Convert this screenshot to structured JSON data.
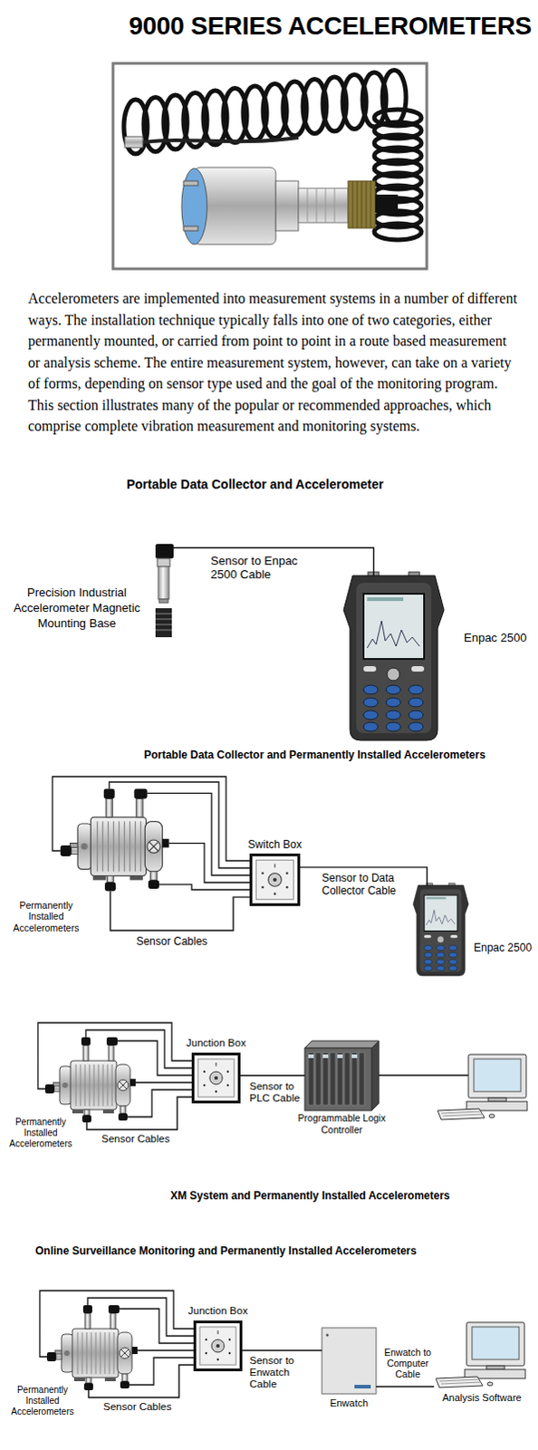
{
  "diagram": {
    "title": "9000 SERIES ACCELEROMETERS",
    "nodes": [
      {
        "text": [
          "Precision Industrial Accelerometer Magnetic Mounting Base"
        ]
      },
      {
        "text": [
          "Enpac 2500"
        ]
      },
      {
        "text": [
          "Permanently Installed Accelerometers"
        ]
      },
      {
        "text": [
          "Switch Box"
        ]
      },
      {
        "text": [
          "Enpac 2500"
        ]
      },
      {
        "text": [
          "Permanently Installed Accelerometers"
        ]
      },
      {
        "text": [
          "Junction Box"
        ]
      },
      {
        "text": [
          "Programmable Logix Controller"
        ]
      },
      {
        "text": [
          "Permanently Installed Accelerometers"
        ]
      },
      {
        "text": [
          "Junction Box"
        ]
      },
      {
        "text": [
          "Enwatch"
        ]
      },
      {
        "text": [
          "Analysis Software"
        ]
      }
    ],
    "edges": [
      {
        "from": 0,
        "to": 1,
        "label": "Sensor to Enpac 2500 Cable",
        "arrow": "none"
      },
      {
        "from": 2,
        "to": 3,
        "label": "Sensor Cables",
        "arrow": "none"
      },
      {
        "from": 3,
        "to": 4,
        "label": "Sensor to Data Collector Cable",
        "arrow": "none"
      },
      {
        "from": 5,
        "to": 6,
        "label": "Sensor Cables",
        "arrow": "none"
      },
      {
        "from": 6,
        "to": 7,
        "label": "Sensor to PLC Cable",
        "arrow": "none"
      },
      {
        "from": 8,
        "to": 9,
        "label": "Sensor Cables",
        "arrow": "none"
      },
      {
        "from": 9,
        "to": 10,
        "label": "Sensor to Enwatch Cable",
        "arrow": "none"
      },
      {
        "from": 10,
        "to": 11,
        "label": "Enwatch to Computer Cable",
        "arrow": "none"
      }
    ],
    "labels": [
      "Accelerometers are implemented into measurement systems in a number of different ways. The installation technique typically falls into one of two categories, either permanently mounted, or carried from point to point in a route based measurement or analysis scheme. The entire measurement system, however, can take on a variety of forms, depending on sensor type used and the goal of the monitoring program. This section illustrates many of the popular or recommended approaches, which comprise complete vibration measurement and monitoring systems.",
      "Portable Data Collector and Accelerometer",
      "Portable Data Collector and Permanently Installed Accelerometers",
      "XM System and Permanently Installed Accelerometers",
      "Online Surveillance Monitoring and Permanently Installed Accelerometers"
    ]
  }
}
